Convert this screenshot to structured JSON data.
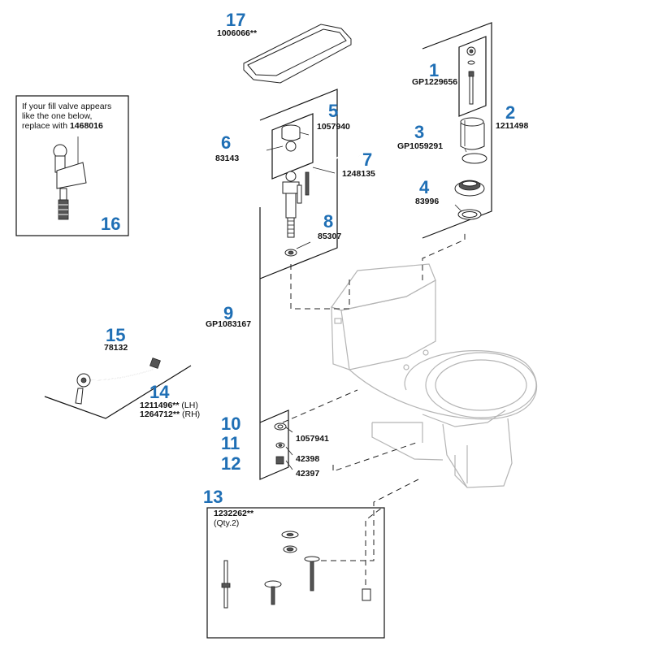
{
  "parts": [
    {
      "num": "1",
      "part": "GP1229656"
    },
    {
      "num": "2",
      "part": "1211498"
    },
    {
      "num": "3",
      "part": "GP1059291"
    },
    {
      "num": "4",
      "part": "83996"
    },
    {
      "num": "5",
      "part": "1057940"
    },
    {
      "num": "6",
      "part": "83143"
    },
    {
      "num": "7",
      "part": "1248135"
    },
    {
      "num": "8",
      "part": "85307"
    },
    {
      "num": "9",
      "part": "GP1083167"
    },
    {
      "num": "10",
      "part": "1057941"
    },
    {
      "num": "11",
      "part": "42398"
    },
    {
      "num": "12",
      "part": "42397"
    },
    {
      "num": "13",
      "part": "1232262**",
      "qty": "(Qty.2)"
    },
    {
      "num": "14",
      "part": "1211496**",
      "part_suffix": "(LH)",
      "part2": "1264712**",
      "part2_suffix": "(RH)"
    },
    {
      "num": "15",
      "part": "78132"
    },
    {
      "num": "16"
    },
    {
      "num": "17",
      "part": "1006066**"
    }
  ],
  "note": {
    "line1": "If your fill valve appears",
    "line2": "like the one below,",
    "line3": "replace with",
    "part": "1468016"
  },
  "colors": {
    "callout_number": "#1f6fb5",
    "ghost_toilet": "#b5b5b5"
  }
}
